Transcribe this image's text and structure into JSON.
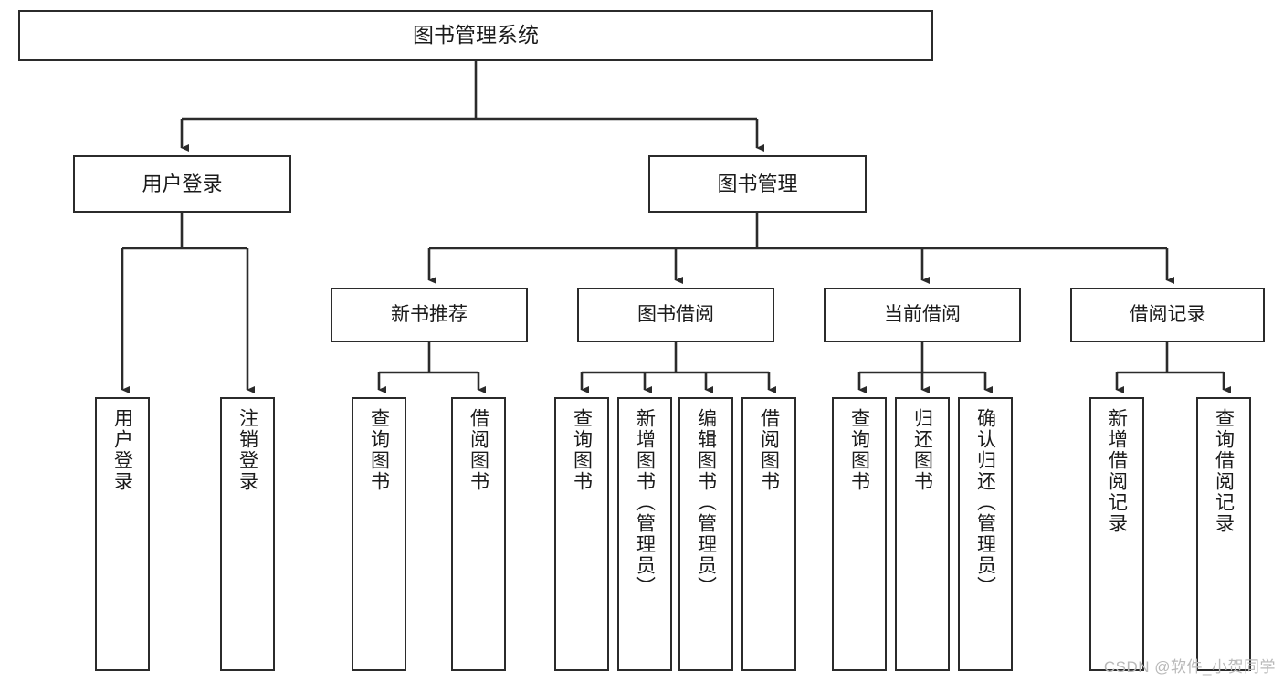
{
  "diagram": {
    "title": "图书管理系统",
    "type": "tree",
    "watermark": "CSDN @软件_小贺同学",
    "colors": {
      "stroke": "#2b2b2b",
      "fill": "#ffffff",
      "text": "#1b1b1b",
      "watermark": "#b9b9b9"
    },
    "nodes": {
      "root": {
        "label": "图书管理系统"
      },
      "level1": [
        {
          "label": "用户登录"
        },
        {
          "label": "图书管理"
        }
      ],
      "level2": [
        {
          "label": "新书推荐"
        },
        {
          "label": "图书借阅"
        },
        {
          "label": "当前借阅"
        },
        {
          "label": "借阅记录"
        }
      ],
      "leaves": {
        "user_login": [
          {
            "label": "用户登录"
          },
          {
            "label": "注销登录"
          }
        ],
        "new_book": [
          {
            "label": "查询图书"
          },
          {
            "label": "借阅图书"
          }
        ],
        "book_borrow": [
          {
            "label": "查询图书"
          },
          {
            "label": "新增图书（管理员）"
          },
          {
            "label": "编辑图书（管理员）"
          },
          {
            "label": "借阅图书"
          }
        ],
        "current_borrow": [
          {
            "label": "查询图书"
          },
          {
            "label": "归还图书"
          },
          {
            "label": "确认归还（管理员）"
          }
        ],
        "borrow_record": [
          {
            "label": "新增借阅记录"
          },
          {
            "label": "查询借阅记录"
          }
        ]
      }
    }
  }
}
